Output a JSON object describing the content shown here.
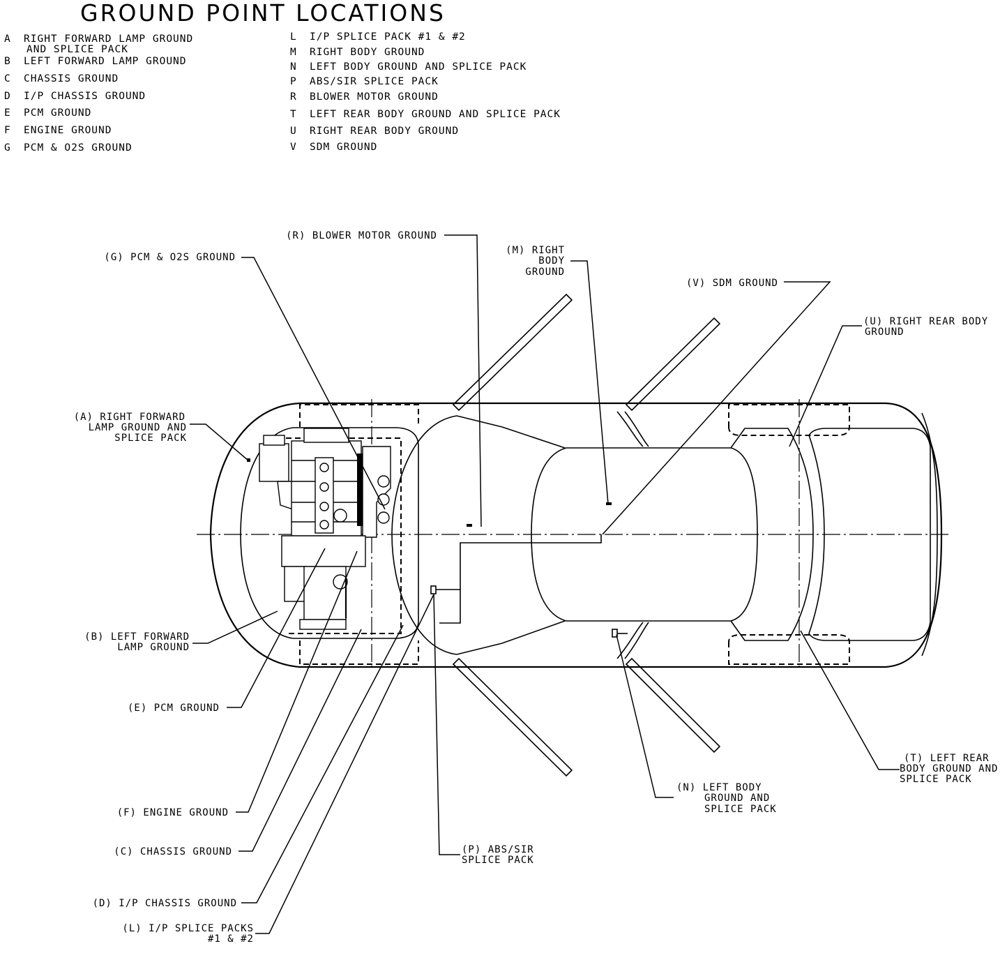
{
  "title": "GROUND POINT LOCATIONS",
  "legend": [
    {
      "code": "A",
      "text": [
        "RIGHT FORWARD LAMP GROUND",
        "AND SPLICE PACK"
      ]
    },
    {
      "code": "B",
      "text": [
        "LEFT FORWARD LAMP GROUND"
      ]
    },
    {
      "code": "C",
      "text": [
        "CHASSIS GROUND"
      ]
    },
    {
      "code": "D",
      "text": [
        "I/P CHASSIS GROUND"
      ]
    },
    {
      "code": "E",
      "text": [
        "PCM GROUND"
      ]
    },
    {
      "code": "F",
      "text": [
        "ENGINE GROUND"
      ]
    },
    {
      "code": "G",
      "text": [
        "PCM & O2S GROUND"
      ]
    },
    {
      "code": "L",
      "text": [
        "I/P SPLICE PACK #1 & #2"
      ]
    },
    {
      "code": "M",
      "text": [
        "RIGHT BODY GROUND"
      ]
    },
    {
      "code": "N",
      "text": [
        "LEFT BODY GROUND AND SPLICE PACK"
      ]
    },
    {
      "code": "P",
      "text": [
        "ABS/SIR SPLICE PACK"
      ]
    },
    {
      "code": "R",
      "text": [
        "BLOWER MOTOR GROUND"
      ]
    },
    {
      "code": "T",
      "text": [
        "LEFT REAR BODY GROUND AND SPLICE PACK"
      ]
    },
    {
      "code": "U",
      "text": [
        "RIGHT REAR BODY GROUND"
      ]
    },
    {
      "code": "V",
      "text": [
        "SDM GROUND"
      ]
    }
  ],
  "callouts": {
    "R": [
      "(R) BLOWER MOTOR GROUND"
    ],
    "G": [
      "(G) PCM & O2S GROUND"
    ],
    "M": [
      "(M) RIGHT",
      "BODY",
      "GROUND"
    ],
    "V": [
      "(V) SDM GROUND"
    ],
    "U": [
      "(U) RIGHT REAR BODY",
      "GROUND"
    ],
    "A": [
      "(A) RIGHT FORWARD",
      "LAMP GROUND AND",
      "SPLICE PACK"
    ],
    "B": [
      "(B) LEFT FORWARD",
      "LAMP GROUND"
    ],
    "E": [
      "(E) PCM GROUND"
    ],
    "T": [
      "(T) LEFT REAR",
      "BODY GROUND AND",
      "SPLICE PACK"
    ],
    "N": [
      "(N) LEFT BODY",
      "GROUND AND",
      "SPLICE PACK"
    ],
    "F": [
      "(F) ENGINE GROUND"
    ],
    "C": [
      "(C) CHASSIS GROUND"
    ],
    "P": [
      "(P) ABS/SIR",
      "SPLICE PACK"
    ],
    "D": [
      "(D) I/P CHASSIS GROUND"
    ],
    "L": [
      "(L) I/P SPLICE PACKS",
      "#1 & #2"
    ]
  }
}
